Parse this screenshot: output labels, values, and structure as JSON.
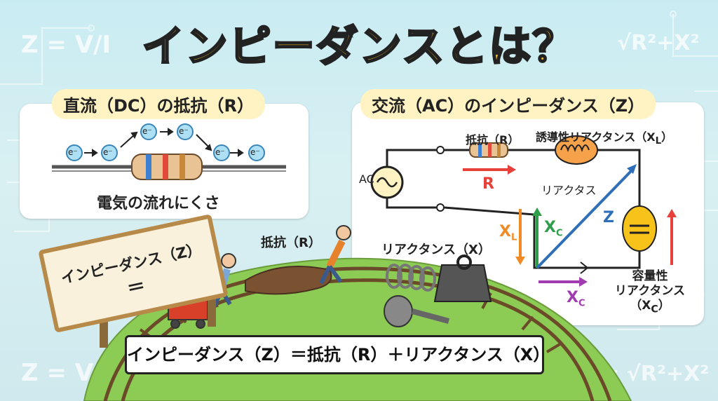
{
  "title": "インピーダンスとは？",
  "background_formulas": {
    "top_left": "Z = V/I",
    "top_right": "√R²+X²",
    "bottom_left": "Z = V/I",
    "bottom_right": "Z = √R²+X²"
  },
  "dc_panel": {
    "heading": "直流（DC）の抵抗（R）",
    "electron_label": "e⁻",
    "caption": "電気の流れにくさ"
  },
  "ac_panel": {
    "heading": "交流（AC）のインピーダンス（Z）",
    "source_label": "AC",
    "resistor_label": "抵抗（R）",
    "r_arrow_label": "R",
    "inductive_label": "誘導性リアクタンス（X",
    "inductive_sub": "L",
    "inductive_close": "）",
    "reactance_label": "リアクタス",
    "capacitive_label_1": "容量性",
    "capacitive_label_2": "リアクタンス",
    "capacitive_label_3": "（X",
    "capacitive_sub": "C",
    "capacitive_close": "）",
    "xl_label": "X",
    "xl_sub": "L",
    "xc_label": "X",
    "xc_sub": "C",
    "z_label": "Z",
    "xc_bottom_label": "X",
    "xc_bottom_sub": "C"
  },
  "scene": {
    "resistance_label": "抵抗（R）",
    "reactance_label": "リアクタンス（X）"
  },
  "sign": {
    "line1": "インピーダンス（Z）",
    "line2": "＝"
  },
  "formula": "インピーダンス（Z）＝抵抗（R）＋リアクタンス（X）",
  "colors": {
    "title_fill": "#f7c31b",
    "r_arrow": "#e8413b",
    "xl_arrow": "#f08a24",
    "xc_arrow": "#2e9e4a",
    "z_arrow": "#2f6fb8",
    "xc_bottom_arrow": "#a03cb0",
    "hill": "#8ccb54"
  }
}
